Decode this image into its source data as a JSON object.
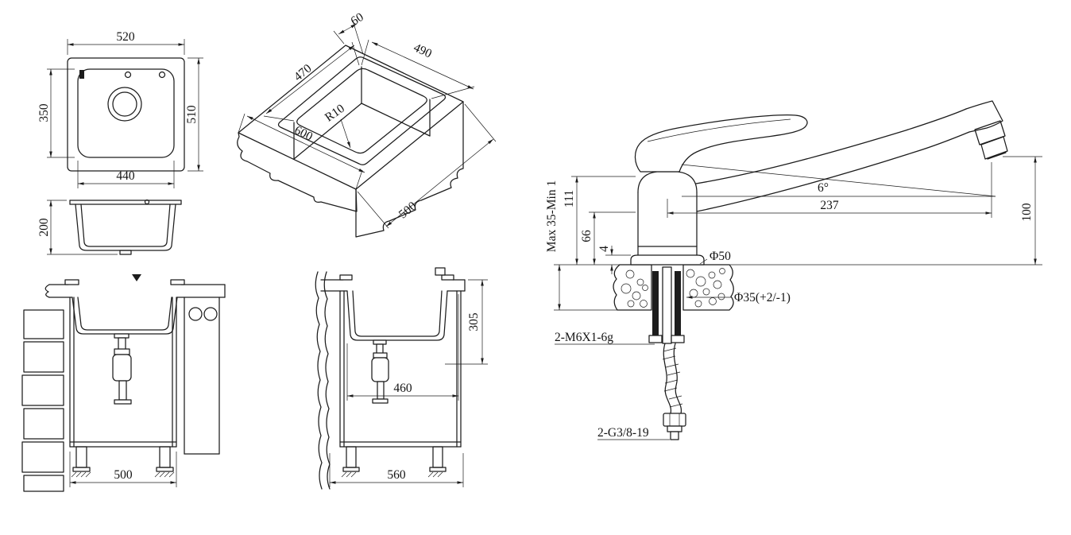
{
  "drawing": {
    "background": "#ffffff",
    "line_color": "#1c1c1c",
    "views": {
      "sink_top": {
        "label": "sink top view",
        "dim_width": "520",
        "dim_height": "510",
        "dim_bowl_width": "440",
        "dim_bowl_height": "350"
      },
      "sink_profile": {
        "label": "sink profile view",
        "dim_depth": "200"
      },
      "sink_iso": {
        "label": "sink countertop cutout isometric view",
        "dim_rim": "60",
        "dim_cut_length": "490",
        "dim_cut_width": "470",
        "dim_corner_radius": "R10",
        "dim_counter_length": "600",
        "dim_counter_depth": "500"
      },
      "cabinet_front": {
        "label": "cabinet front section",
        "dim_width": "500"
      },
      "cabinet_side": {
        "label": "cabinet side section",
        "dim_inner_width": "460",
        "dim_depth": "305",
        "dim_width": "560"
      },
      "faucet": {
        "label": "faucet side elevation",
        "dim_mounting": "Max 35-Min 1",
        "dim_body_height": "111",
        "dim_spout_height": "66",
        "dim_base": "4",
        "dim_reach": "237",
        "dim_angle": "6°",
        "dim_outlet_height": "100",
        "dim_base_dia": "Φ50",
        "dim_hole_dia": "Φ35(+2/-1)",
        "dim_stud_thread": "2-M6X1-6g",
        "dim_hose_thread": "2-G3/8-19"
      }
    }
  }
}
